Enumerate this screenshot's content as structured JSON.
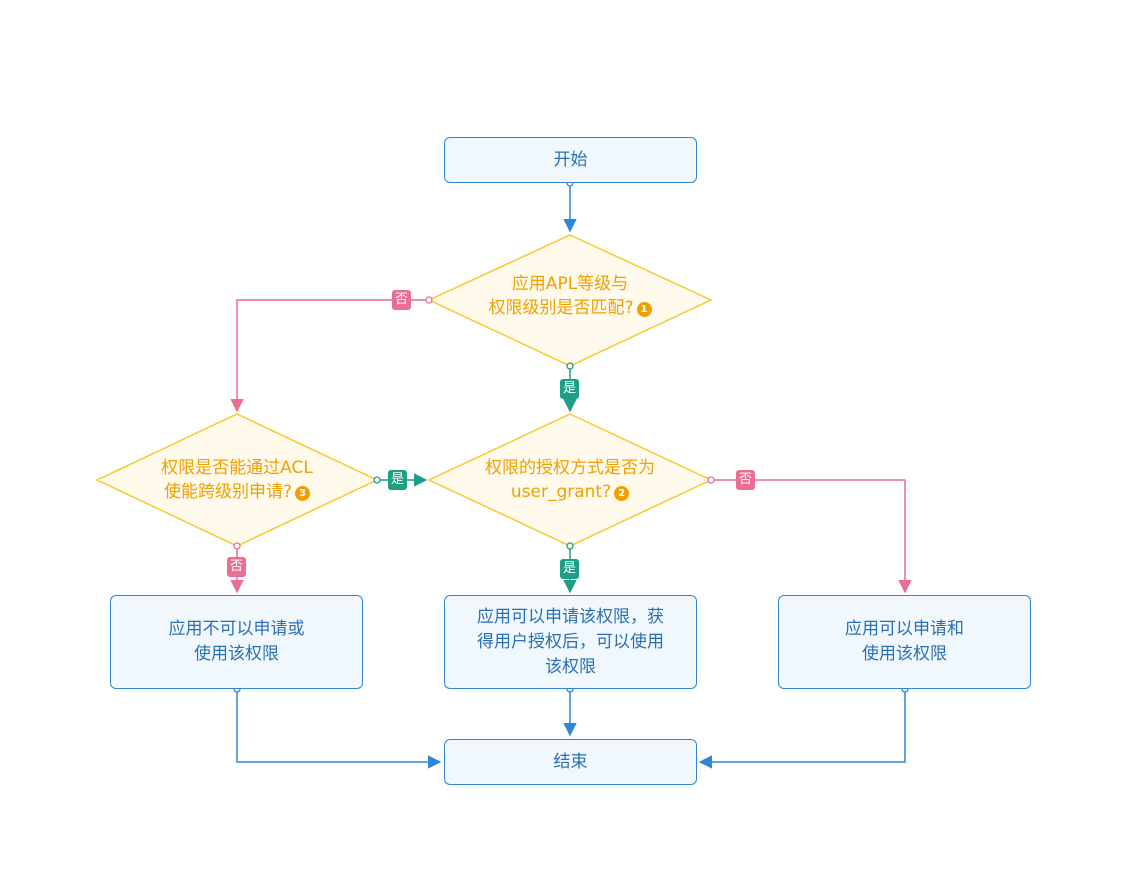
{
  "nodes": {
    "start": "开始",
    "end": "结束",
    "box_deny": [
      "应用不可以申请或",
      "使用该权限"
    ],
    "box_user_grant": [
      "应用可以申请该权限，获",
      "得用户授权后，可以使用",
      "该权限"
    ],
    "box_allow": [
      "应用可以申请和",
      "使用该权限"
    ]
  },
  "decisions": {
    "apl_match": {
      "lines": [
        "应用APL等级与",
        "权限级别是否匹配?"
      ],
      "badge": "1"
    },
    "acl": {
      "lines": [
        "权限是否能通过ACL",
        "使能跨级别申请?"
      ],
      "badge": "3"
    },
    "user_grant": {
      "lines": [
        "权限的授权方式是否为",
        "user_grant?"
      ],
      "badge": "2"
    }
  },
  "labels": {
    "yes": "是",
    "no": "否"
  },
  "colors": {
    "box_border": "#2f86d6",
    "box_fill": "#f1f8fd",
    "box_text": "#2a6fb4",
    "decision_border": "#f6c930",
    "decision_fill": "#fffaeb",
    "decision_text": "#f0a000",
    "yes_flow": "#1e9e82",
    "no_flow": "#ea6d92",
    "flow": "#2f86d6"
  }
}
